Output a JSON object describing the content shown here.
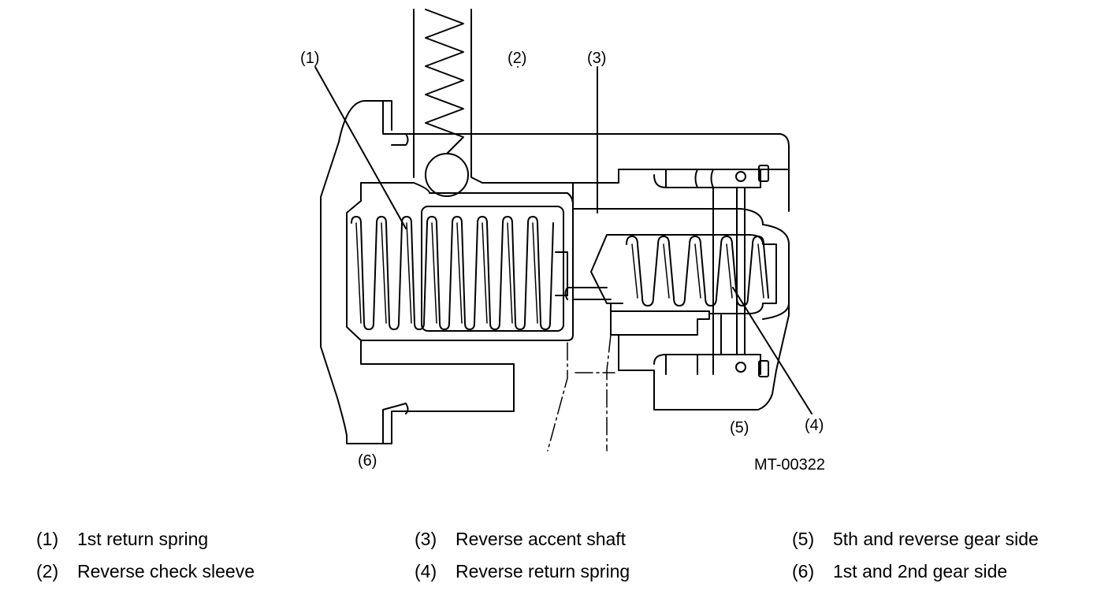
{
  "diagram": {
    "figure_id": "MT-00322",
    "callouts": {
      "c1": "(1)",
      "c2": "(2)",
      "c3": "(3)",
      "c4": "(4)",
      "c5": "(5)",
      "c6": "(6)"
    }
  },
  "legend": [
    {
      "num": "(1)",
      "text": "1st return spring"
    },
    {
      "num": "(2)",
      "text": "Reverse check sleeve"
    },
    {
      "num": "(3)",
      "text": "Reverse accent shaft"
    },
    {
      "num": "(4)",
      "text": "Reverse return spring"
    },
    {
      "num": "(5)",
      "text": "5th and reverse gear side"
    },
    {
      "num": "(6)",
      "text": "1st and 2nd gear side"
    }
  ]
}
